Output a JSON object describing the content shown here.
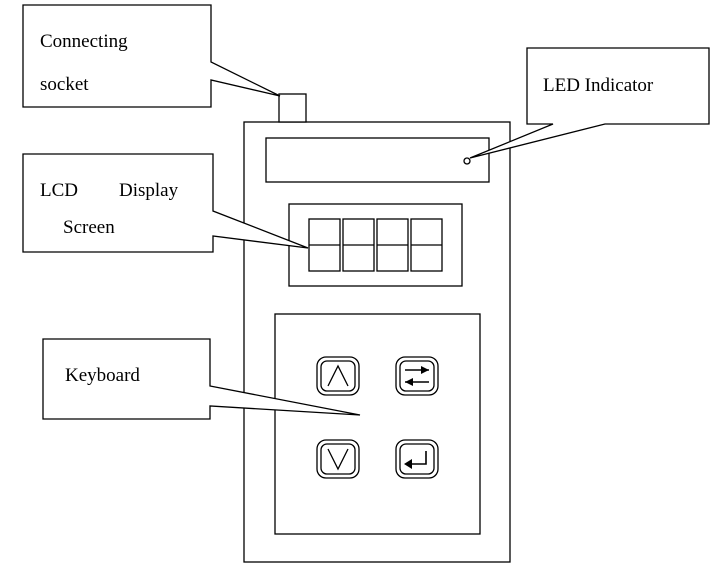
{
  "callouts": {
    "connecting_socket": [
      "Connecting",
      "socket"
    ],
    "led_indicator": "LED Indicator",
    "lcd_display_screen": [
      "LCD",
      "Display",
      "Screen"
    ],
    "keyboard": "Keyboard"
  },
  "keys": {
    "up": "up-arrow",
    "switch": "switch-arrows",
    "down": "down-arrow",
    "enter": "enter-arrow"
  },
  "lcd_digit_count": 4
}
